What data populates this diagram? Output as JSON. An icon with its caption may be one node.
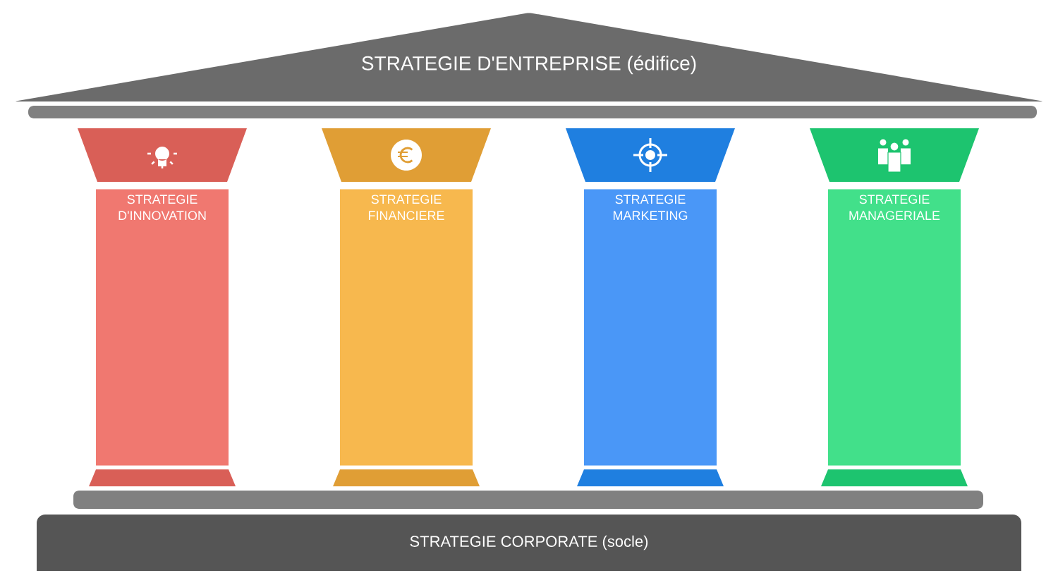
{
  "diagram": {
    "nodes": [
      {
        "text": [
          "STRATEGIE D'ENTREPRISE (édifice)"
        ]
      },
      {
        "text": [
          "STRATEGIE D'INNOVATION"
        ]
      },
      {
        "text": [
          "STRATEGIE FINANCIERE"
        ]
      },
      {
        "text": [
          "STRATEGIE MARKETING"
        ]
      },
      {
        "text": [
          "STRATEGIE MANAGERIALE"
        ]
      },
      {
        "text": [
          "STRATEGIE CORPORATE (socle)"
        ]
      }
    ]
  }
}
